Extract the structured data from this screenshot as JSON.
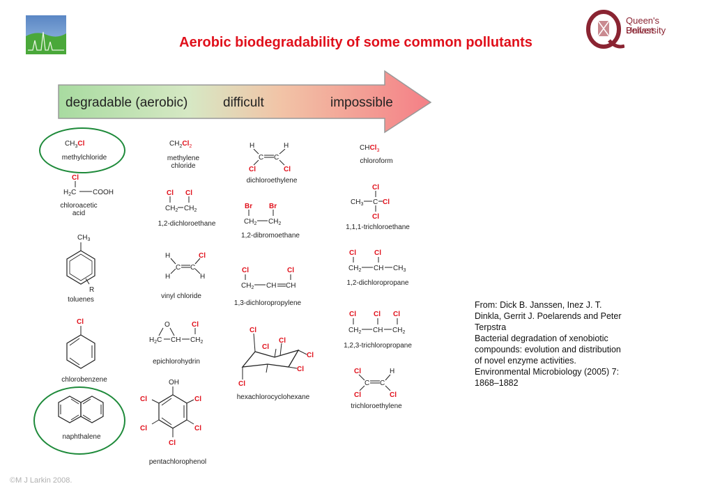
{
  "title": "Aerobic biodegradability of some common pollutants",
  "logo_qub": {
    "line1": "Queen's University",
    "line2": "Belfast"
  },
  "arrow": {
    "labels": [
      "degradable (aerobic)",
      "difficult",
      "impossible"
    ],
    "colors": {
      "start": "#a8dba0",
      "end": "#f47f86"
    }
  },
  "molecules": {
    "methylchloride": {
      "formula_a": "CH",
      "formula_sub": "3",
      "formula_cl": "Cl",
      "name": "methylchloride"
    },
    "chloroacetic": {
      "top": "Cl",
      "left": "H",
      "left_sub": "2",
      "mid": "C",
      "right": "COOH",
      "name_line1": "chloroacetic",
      "name_line2": "acid"
    },
    "toluenes": {
      "top": "CH",
      "top_sub": "3",
      "r": "R",
      "name": "toluenes"
    },
    "chlorobenzene": {
      "top": "Cl",
      "name": "chlorobenzene"
    },
    "naphthalene": {
      "name": "naphthalene"
    },
    "methylene": {
      "formula_a": "CH",
      "formula_sub": "2",
      "formula_cl": "Cl",
      "formula_cl_sub": "2",
      "name_line1": "methylene",
      "name_line2": "chloride"
    },
    "dichloroethane12": {
      "cl1": "Cl",
      "cl2": "Cl",
      "c1": "CH",
      "c1_sub": "2",
      "c2": "CH",
      "c2_sub": "2",
      "name": "1,2-dichloroethane"
    },
    "vinylchloride": {
      "h1": "H",
      "h2": "H",
      "h3": "H",
      "c1": "C",
      "c2": "C",
      "cl": "Cl",
      "name": "vinyl chloride"
    },
    "epichlorohydrin": {
      "o": "O",
      "cl": "Cl",
      "h2c": "H",
      "h2c_sub": "2",
      "h2c_c": "C",
      "ch": "CH",
      "ch2": "CH",
      "ch2_sub": "2",
      "name": "epichlorohydrin"
    },
    "pentachlorophenol": {
      "oh": "OH",
      "cl": "Cl",
      "name": "pentachlorophenol"
    },
    "dichloroethylene": {
      "h1": "H",
      "h2": "H",
      "c1": "C",
      "c2": "C",
      "cl1": "Cl",
      "cl2": "Cl",
      "name": "dichloroethylene"
    },
    "dibromoethane": {
      "br1": "Br",
      "br2": "Br",
      "c1": "CH",
      "c1_sub": "2",
      "c2": "CH",
      "c2_sub": "2",
      "name": "1,2-dibromoethane"
    },
    "dichloropropylene": {
      "cl1": "Cl",
      "cl2": "Cl",
      "c1": "CH",
      "c1_sub": "2",
      "c2": "CH",
      "c3": "CH",
      "name": "1,3-dichloropropylene"
    },
    "hexachlorocyclohexane": {
      "cl": "Cl",
      "name": "hexachlorocyclohexane"
    },
    "chloroform": {
      "formula_a": "CHCl",
      "formula_sub": "3",
      "name": "chloroform"
    },
    "trichloroethane111": {
      "cl_top": "Cl",
      "cl_right": "Cl",
      "cl_bottom": "Cl",
      "ch3": "CH",
      "ch3_sub": "3",
      "c": "C",
      "name": "1,1,1-trichloroethane"
    },
    "dichloropropane12": {
      "cl1": "Cl",
      "cl2": "Cl",
      "c1": "CH",
      "c1_sub": "2",
      "c2": "CH",
      "c3": "CH",
      "c3_sub": "3",
      "name": "1,2-dichloropropane"
    },
    "trichloropropane123": {
      "cl1": "Cl",
      "cl2": "Cl",
      "cl3": "Cl",
      "c1": "CH",
      "c1_sub": "2",
      "c2": "CH",
      "c3": "CH",
      "c3_sub": "2",
      "name": "1,2,3-trichloropropane"
    },
    "trichloroethylene": {
      "cl1": "Cl",
      "cl2": "Cl",
      "cl3": "Cl",
      "h": "H",
      "c1": "C",
      "c2": "C",
      "name": "trichloroethylene"
    }
  },
  "reference": {
    "line1": "From: Dick B. Janssen, Inez J. T.",
    "line2": "Dinkla, Gerrit J. Poelarends and Peter",
    "line3": "Terpstra",
    "line4": "Bacterial degradation of xenobiotic",
    "line5": "compounds: evolution and distribution",
    "line6": "of novel enzyme activities.",
    "line7": "Environmental Microbiology (2005) 7:",
    "line8": "1868–1882"
  },
  "copyright": "©M J Larkin 2008.",
  "colors": {
    "title": "#e0101b",
    "chlorine": "#e0101b",
    "circle": "#1e8a3a",
    "qub": "#8a2432"
  }
}
